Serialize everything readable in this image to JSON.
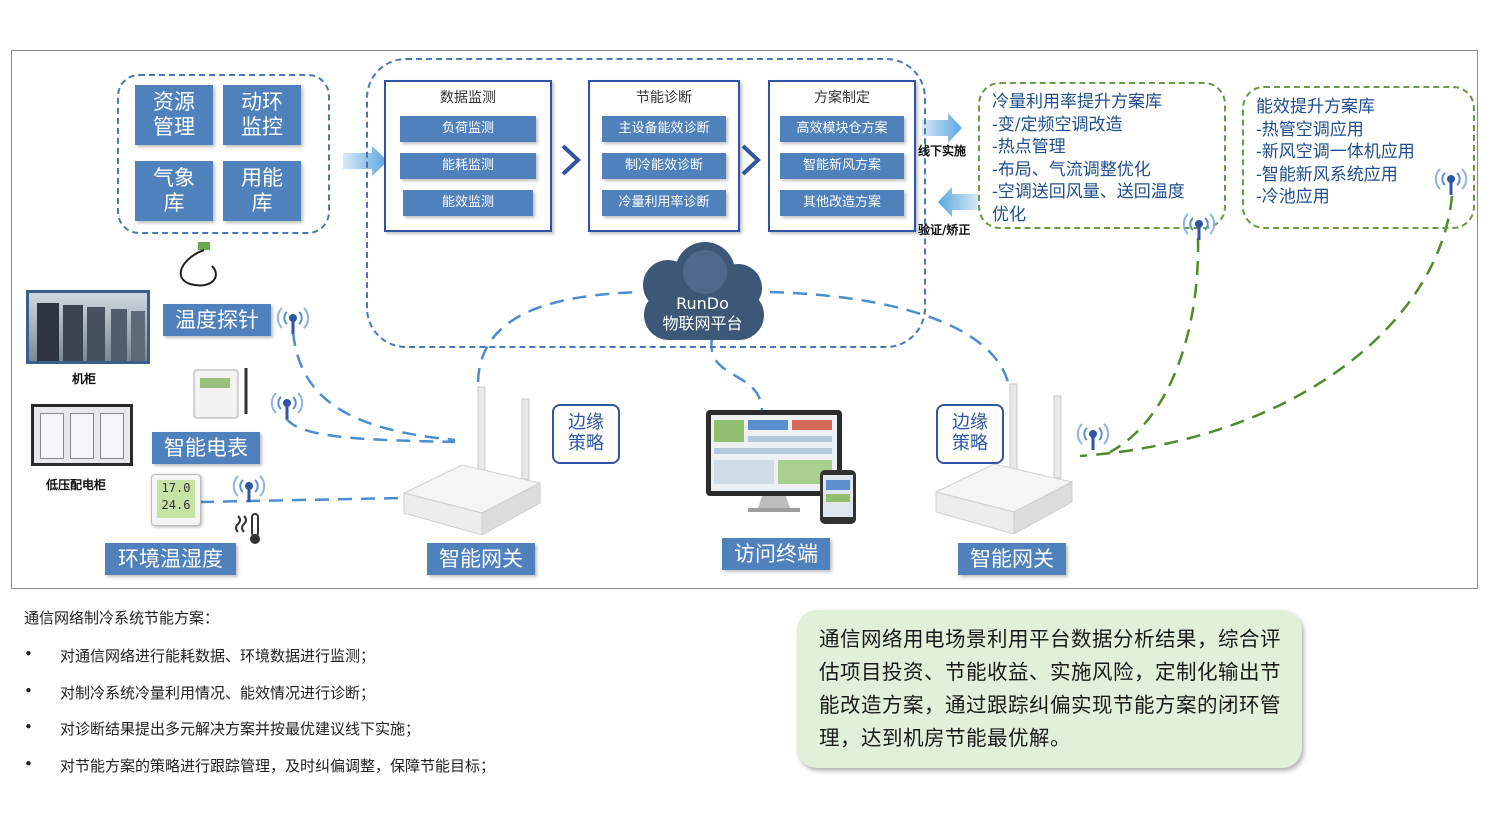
{
  "top_left_tiles": [
    {
      "label": "资源\n管理"
    },
    {
      "label": "动环\n监控"
    },
    {
      "label": "气象\n库"
    },
    {
      "label": "用能\n库"
    }
  ],
  "panels": [
    {
      "title": "数据监测",
      "items": [
        "负荷监测",
        "能耗监测",
        "能效监测"
      ]
    },
    {
      "title": "节能诊断",
      "items": [
        "主设备能效诊断",
        "制冷能效诊断",
        "冷量利用率诊断"
      ]
    },
    {
      "title": "方案制定",
      "items": [
        "高效模块仓方案",
        "智能新风方案",
        "其他改造方案"
      ]
    }
  ],
  "arrows": {
    "offline": "线下实施",
    "verify": "验证/矫正"
  },
  "library_cooling": {
    "lines": [
      "冷量利用率提升方案库",
      "-变/定频空调改造",
      "-热点管理",
      "-布局、气流调整优化",
      "-空调送回风量、送回温度",
      "优化"
    ]
  },
  "library_efficiency": {
    "lines": [
      "能效提升方案库",
      "-热管空调应用",
      "-新风空调一体机应用",
      "-智能新风系统应用",
      "-冷池应用"
    ]
  },
  "cloud": {
    "line1": "RunDo",
    "line2": "物联网平台"
  },
  "devices": {
    "cabinet": "机柜",
    "lv_cabinet": "低压配电柜",
    "temp_probe": "温度探针",
    "smart_meter": "智能电表",
    "env_sensor": "环境温湿度",
    "sensor_reading1": "17.0",
    "sensor_reading2": "24.6",
    "gateway_left": "智能网关",
    "gateway_right": "智能网关",
    "terminal": "访问终端",
    "edge_left": "边缘\n策略",
    "edge_right": "边缘\n策略"
  },
  "bottom": {
    "heading": "通信网络制冷系统节能方案：",
    "bullets": [
      "对通信网络进行能耗数据、环境数据进行监测；",
      "对制冷系统冷量利用情况、能效情况进行诊断；",
      "对诊断结果提出多元解决方案并按最优建议线下实施；",
      "对节能方案的策略进行跟踪管理，及时纠偏调整，保障节能目标；"
    ],
    "summary": "通信网络用电场景利用平台数据分析结果，综合评估项目投资、节能收益、实施风险，定制化输出节能改造方案，通过跟踪纠偏实现节能方案的闭环管理，达到机房节能最优解。"
  },
  "colors": {
    "accent_blue": "#4f81bd",
    "panel_border": "#2f55a4",
    "green": "#6a9a46",
    "summary_bg": "#e2efd9"
  }
}
